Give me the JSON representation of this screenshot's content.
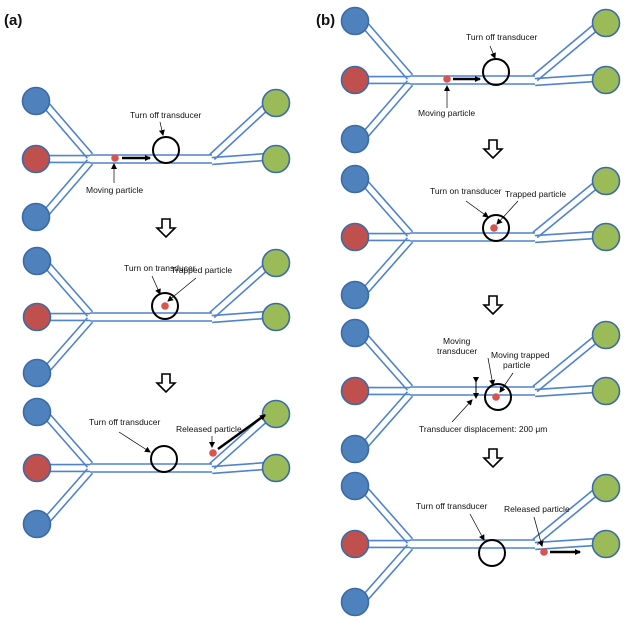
{
  "figure": {
    "colors": {
      "channel": "#4F83CC",
      "blue_port": "#4F81BD",
      "red_port": "#C0504D",
      "green_port": "#9BBB59",
      "port_stroke": "#3A6BA8",
      "particle": "#D9534F",
      "arrow": "#000000"
    },
    "panels": [
      {
        "label": "(a)",
        "stages": [
          {
            "annotations": [
              {
                "text": "Turn off transducer"
              },
              {
                "text": "Moving particle"
              }
            ]
          },
          {
            "annotations": [
              {
                "text": "Turn on transducer"
              },
              {
                "text": "Trapped particle"
              }
            ]
          },
          {
            "annotations": [
              {
                "text": "Turn off transducer"
              },
              {
                "text": "Released  particle"
              }
            ]
          }
        ]
      },
      {
        "label": "(b)",
        "stages": [
          {
            "annotations": [
              {
                "text": "Turn off transducer"
              },
              {
                "text": "Moving particle"
              }
            ]
          },
          {
            "annotations": [
              {
                "text": "Turn on transducer"
              },
              {
                "text": "Trapped particle"
              }
            ]
          },
          {
            "annotations": [
              {
                "text": "Moving"
              },
              {
                "text": "transducer"
              },
              {
                "text": "Moving trapped"
              },
              {
                "text": "particle"
              },
              {
                "text": "Transducer displacement: 200 μm"
              }
            ]
          },
          {
            "annotations": [
              {
                "text": "Turn off transducer"
              },
              {
                "text": "Released particle"
              }
            ]
          }
        ]
      }
    ]
  }
}
